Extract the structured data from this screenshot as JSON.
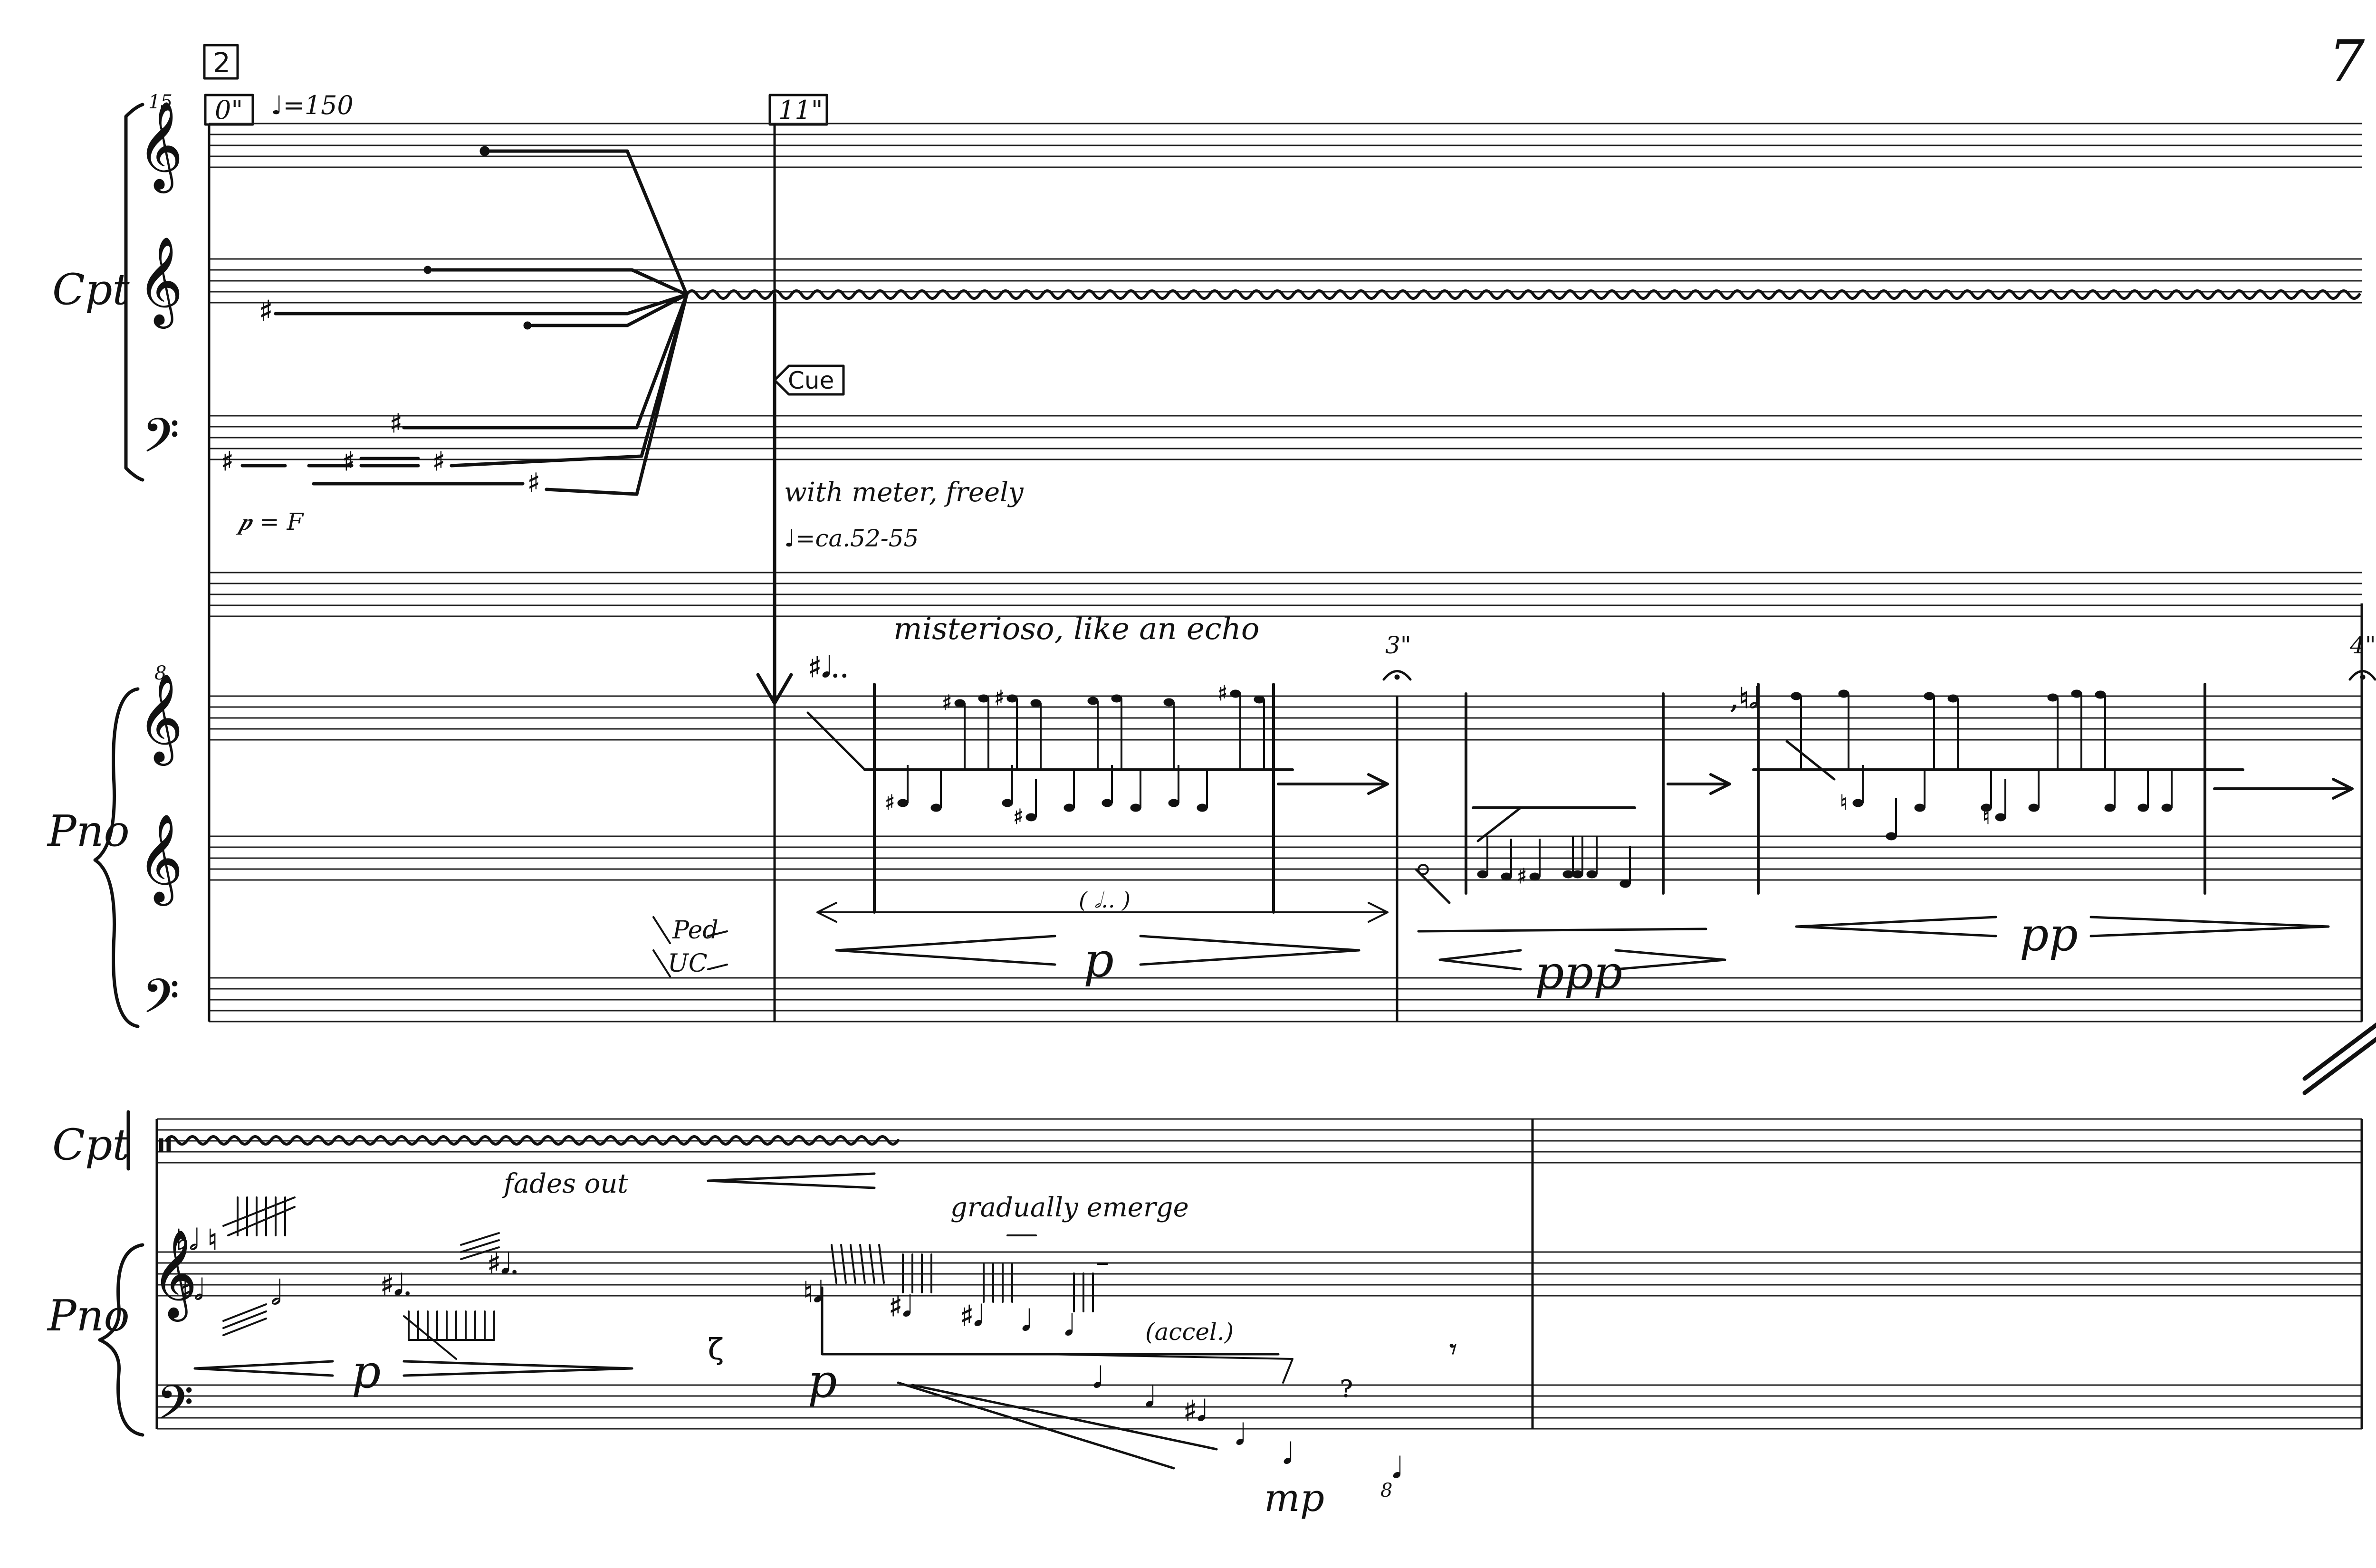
{
  "page": {
    "number": "7"
  },
  "system1": {
    "rehearsal_mark": "2",
    "time_start": "0\"",
    "tempo_mark": "♩=150",
    "octave_mark": "15",
    "time_cue": "11\"",
    "cue_label": "Cue",
    "instruction_1": "with meter, freely",
    "instruction_2": "♩=ca.52-55",
    "dynamic_f": "𝆏 = F",
    "expression": "misterioso, like an echo",
    "pedal_1": "Ped",
    "pedal_2": "UC",
    "duration_bracket": "( 𝅗𝅥.. )",
    "fermata_1": "3\"",
    "fermata_2": "4\"",
    "dyn_p": "p",
    "dyn_ppp": "ppp",
    "dyn_pp": "pp",
    "piano_octave": "8"
  },
  "system2": {
    "fades_out": "fades out",
    "gradually_emerge": "gradually emerge",
    "accel": "(accel.)",
    "dyn_p_1": "p",
    "dyn_p_2": "p",
    "dyn_mp": "mp",
    "octave_bottom": "8"
  },
  "instruments": {
    "cpt": "Cpt",
    "pno": "Pno"
  }
}
